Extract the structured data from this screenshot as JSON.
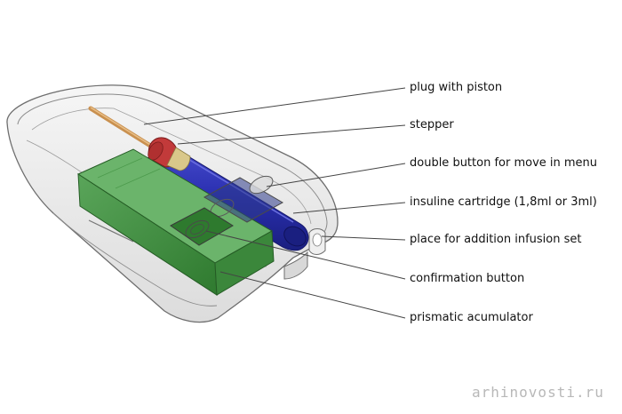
{
  "labels": [
    {
      "id": "plug-with-piston",
      "text": "plug with piston"
    },
    {
      "id": "stepper",
      "text": "stepper"
    },
    {
      "id": "double-button",
      "text": "double button for move in menu"
    },
    {
      "id": "insuline-cartridge",
      "text": "insuline cartridge (1,8ml or 3ml)"
    },
    {
      "id": "addition-infusion-set",
      "text": "place for addition infusion set"
    },
    {
      "id": "confirmation-button",
      "text": "confirmation button"
    },
    {
      "id": "prismatic-acumulator",
      "text": "prismatic acumulator"
    }
  ],
  "watermark": "arhinovosti.ru",
  "colors": {
    "background": "#ffffff",
    "housing": "#e6e6e6",
    "housing_edge": "#7a7a7a",
    "battery": "#3e8a3e",
    "cartridge": "#2a2fb0",
    "plug_red": "#c23a3a",
    "piston_rod": "#c9904f",
    "leader_line": "#444444"
  }
}
